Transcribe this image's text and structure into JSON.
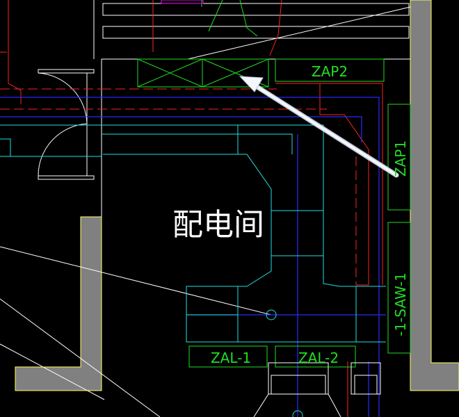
{
  "labels": {
    "room_name": "配电间",
    "panel_zap2": "ZAP2",
    "panel_zap1": "ZAP1",
    "panel_saw1": "-1-SAW-1",
    "panel_zal1": "ZAL-1",
    "panel_zal2": "ZAL-2"
  },
  "colors": {
    "background": "#000000",
    "wall_fill": "#808080",
    "wall_edge": "#ffff66",
    "equipment_green": "#22dd22",
    "duct_cyan": "#22e0e0",
    "conduit_blue": "#2a2aff",
    "red_line": "#ff2222",
    "white_line": "#ffffff",
    "magenta": "#ff00ff",
    "arrow": "#e6ecf5"
  }
}
